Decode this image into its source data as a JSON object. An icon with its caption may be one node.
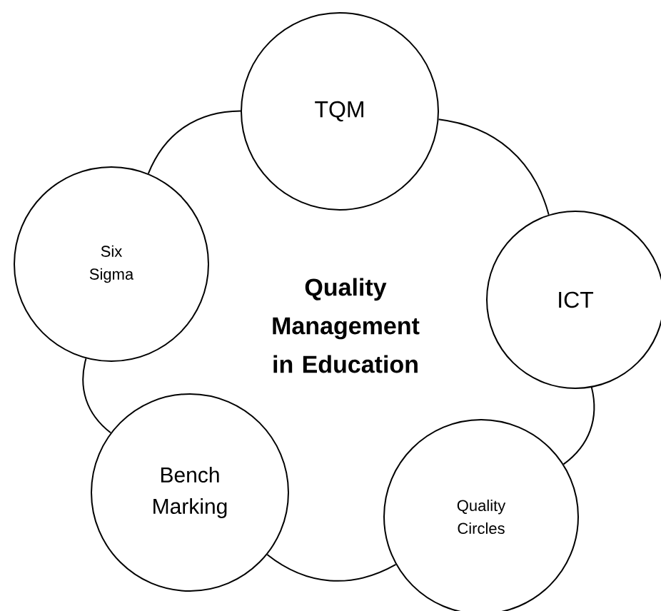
{
  "diagram": {
    "nodes": [
      {
        "text": [
          "Quality Management in Education"
        ]
      },
      {
        "text": [
          "TQM"
        ]
      },
      {
        "text": [
          "ICT"
        ]
      },
      {
        "text": [
          "Quality Circles"
        ]
      },
      {
        "text": [
          "Bench Marking"
        ]
      },
      {
        "text": [
          "Six Sigma"
        ]
      }
    ],
    "edges": [
      {
        "from": 1,
        "to": 2,
        "arrow": "none"
      },
      {
        "from": 2,
        "to": 3,
        "arrow": "none"
      },
      {
        "from": 3,
        "to": 4,
        "arrow": "none"
      },
      {
        "from": 4,
        "to": 5,
        "arrow": "none"
      },
      {
        "from": 5,
        "to": 1,
        "arrow": "none"
      }
    ]
  }
}
